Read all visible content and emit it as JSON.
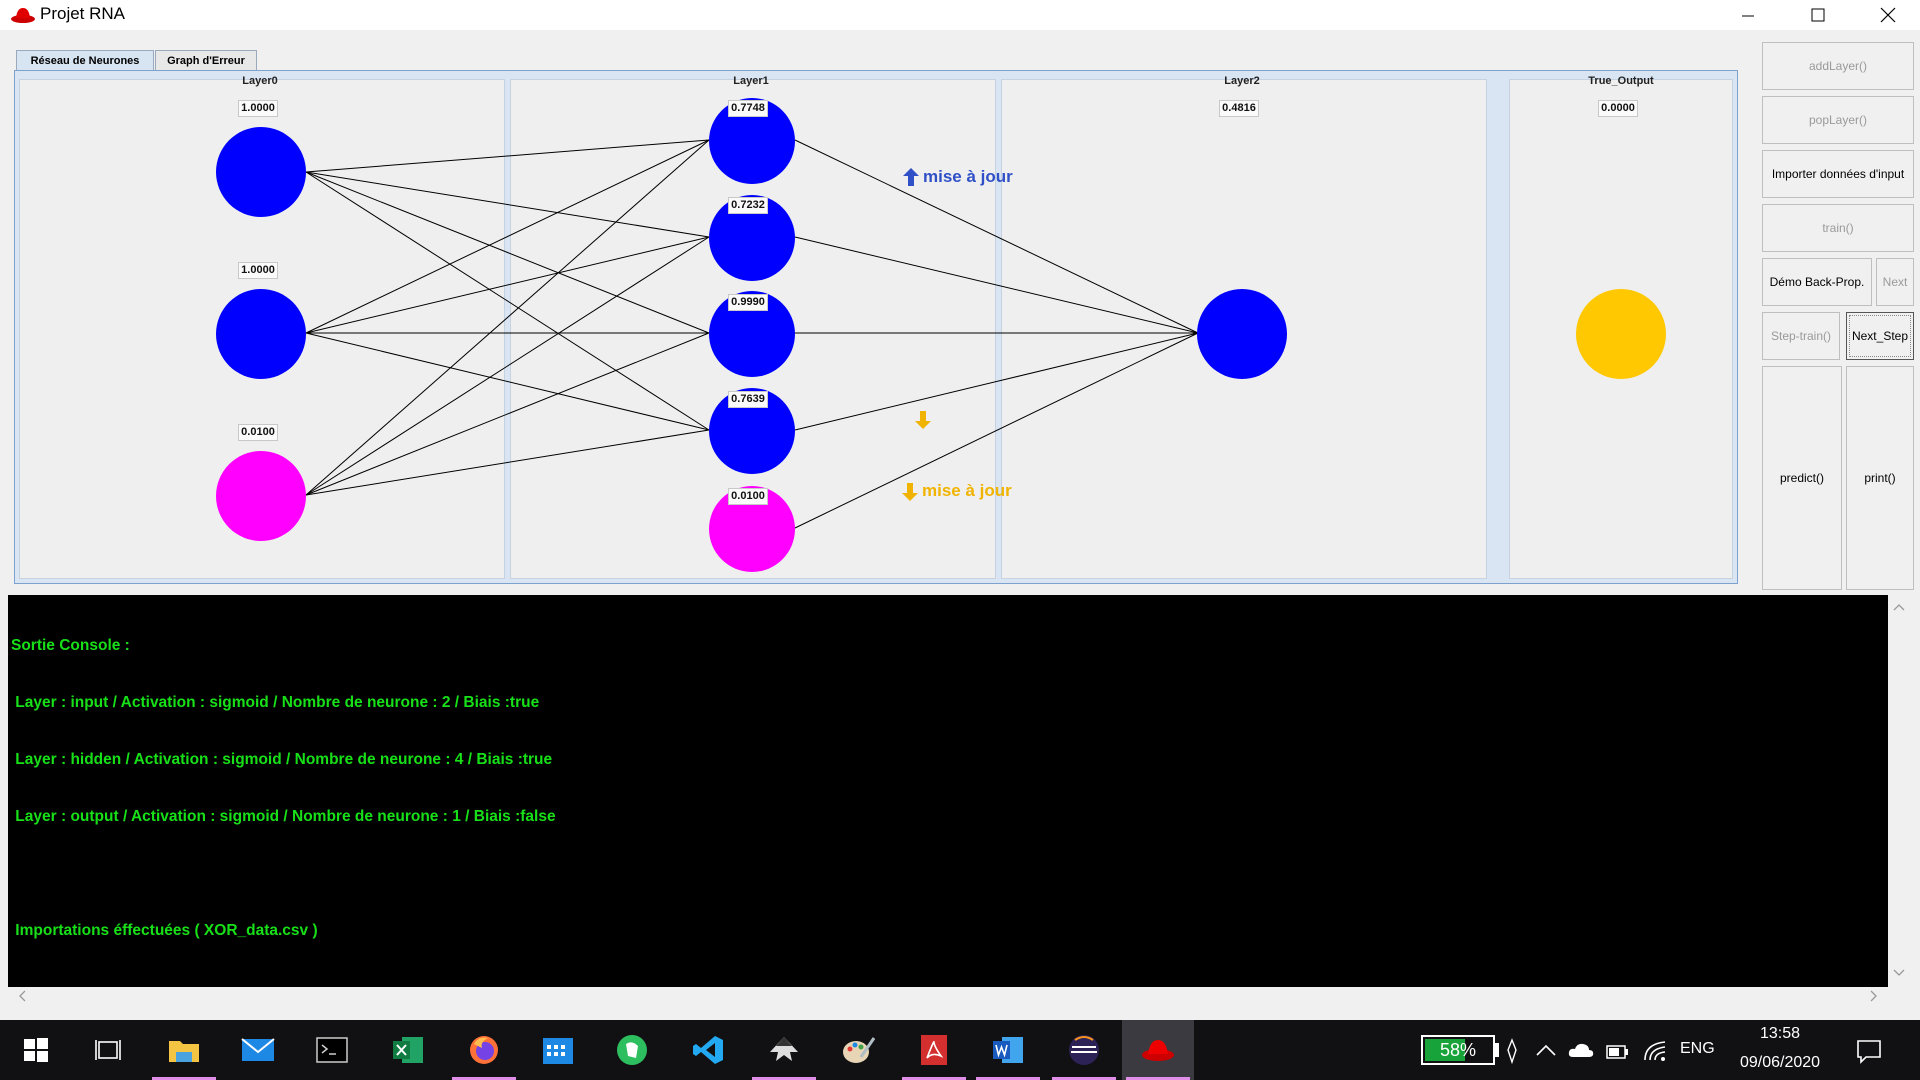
{
  "window": {
    "title": "Projet RNA"
  },
  "tabs": [
    {
      "label": "Réseau de Neurones",
      "active": true
    },
    {
      "label": "Graph d'Erreur",
      "active": false
    }
  ],
  "network": {
    "layers": [
      {
        "label": "Layer0",
        "values": [
          "1.0000",
          "1.0000",
          "0.0100"
        ],
        "neuron_colors": [
          "#0000ff",
          "#0000ff",
          "#ff00ff"
        ]
      },
      {
        "label": "Layer1",
        "values": [
          "0.7748",
          "0.7232",
          "0.9990",
          "0.7639",
          "0.0100"
        ],
        "neuron_colors": [
          "#0000ff",
          "#0000ff",
          "#0000ff",
          "#0000ff",
          "#ff00ff"
        ]
      },
      {
        "label": "Layer2",
        "values": [
          "0.4816"
        ],
        "neuron_colors": [
          "#0000ff"
        ]
      }
    ],
    "true_output": {
      "label": "True_Output",
      "value": "0.0000",
      "color": "#ffc800"
    },
    "annotations": [
      {
        "text": "mise à jour",
        "direction": "up",
        "color": "#3050c8"
      },
      {
        "text": "",
        "direction": "down",
        "color": "#f0b400"
      },
      {
        "text": "mise à jour",
        "direction": "down",
        "color": "#f0b400"
      }
    ]
  },
  "buttons": {
    "add_layer": "addLayer()",
    "pop_layer": "popLayer()",
    "import": "Importer données d'input",
    "train": "train()",
    "demo": "Démo Back-Prop.",
    "next": "Next",
    "step_train": "Step-train()",
    "next_step": "Next_Step",
    "predict": "predict()",
    "print": "print()"
  },
  "console": {
    "lines": [
      "Sortie Console :",
      " Layer : input / Activation : sigmoid / Nombre de neurone : 2 / Biais :true",
      " Layer : hidden / Activation : sigmoid / Nombre de neurone : 4 / Biais :true",
      " Layer : output / Activation : sigmoid / Nombre de neurone : 1 / Biais :false",
      "",
      " Importations éffectuées ( XOR_data.csv )"
    ]
  },
  "taskbar": {
    "apps": [
      "start-icon",
      "task-view-icon",
      "file-explorer-icon",
      "mail-icon",
      "terminal-icon",
      "excel-icon",
      "firefox-icon",
      "calendar-icon",
      "evernote-icon",
      "vscode-icon",
      "inkscape-icon",
      "paint-icon",
      "acrobat-icon",
      "word-icon",
      "eclipse-icon",
      "redhat-icon"
    ],
    "battery": "58%",
    "language": "ENG",
    "time": "13:58",
    "date": "09/06/2020"
  }
}
